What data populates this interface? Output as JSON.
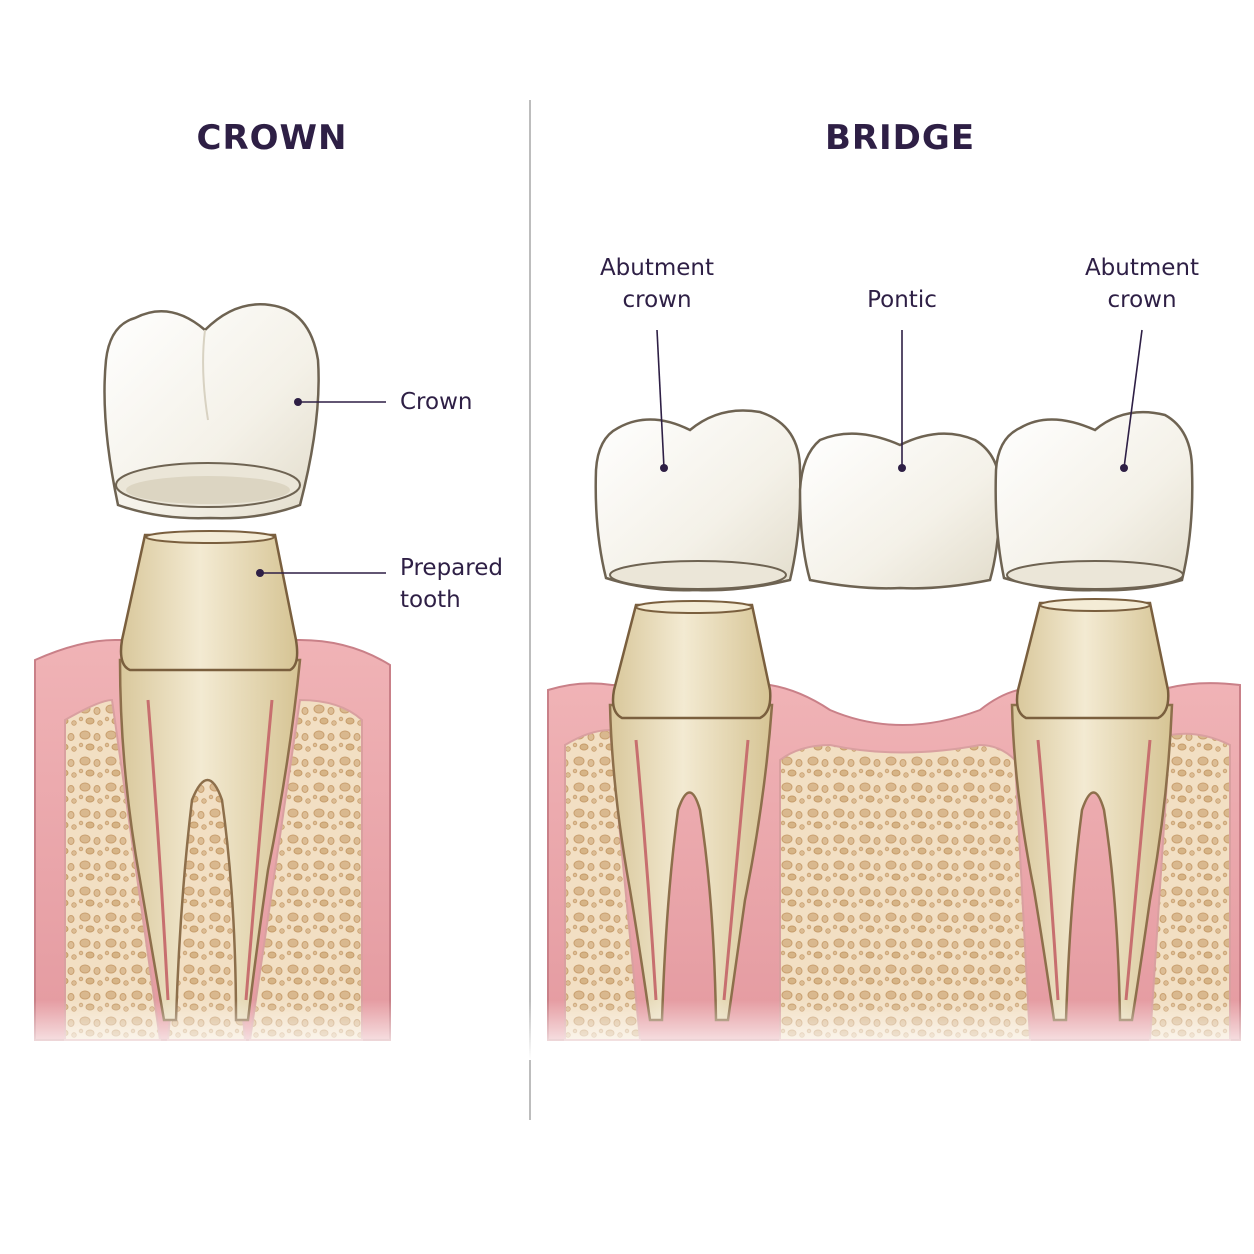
{
  "crown_section": {
    "title": "CROWN",
    "labels": {
      "crown": "Crown",
      "prepared_line1": "Prepared",
      "prepared_line2": "tooth"
    }
  },
  "bridge_section": {
    "title": "BRIDGE",
    "labels": {
      "abutment_left_line1": "Abutment",
      "abutment_left_line2": "crown",
      "pontic": "Pontic",
      "abutment_right_line1": "Abutment",
      "abutment_right_line2": "crown"
    }
  },
  "colors": {
    "text": "#2e1f45",
    "gum": "#e49aa0",
    "bone": "#f0dcc0",
    "tooth_root": "#e9dcbc",
    "crown_white": "#f7f5ef",
    "divider": "#bdbdbd"
  }
}
